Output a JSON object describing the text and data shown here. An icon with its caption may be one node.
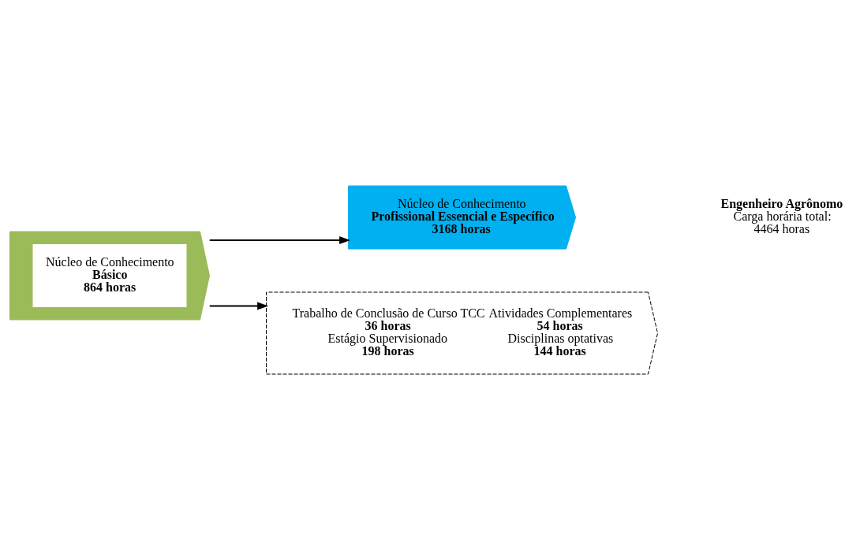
{
  "diagram": {
    "nodes": [
      {
        "text": [
          "Núcleo de Conhecimento",
          "Básico",
          "864 horas"
        ]
      },
      {
        "text": [
          "Núcleo de Conhecimento",
          "Profissional Essencial e Específico",
          "3168 horas"
        ]
      },
      {
        "text": [
          "Trabalho de Conclusão de Curso TCC",
          "36 horas",
          "Estágio Supervisionado",
          "198 horas",
          "Atividades Complementares",
          "54 horas",
          "Disciplinas optativas",
          "144 horas"
        ]
      }
    ],
    "edges": [
      {
        "from": 0,
        "to": 1,
        "arrow": "to"
      },
      {
        "from": 0,
        "to": 2,
        "arrow": "to"
      }
    ],
    "labels": [
      "Engenheiro Agrônomo",
      "Carga horária total:",
      "4464 horas"
    ]
  }
}
